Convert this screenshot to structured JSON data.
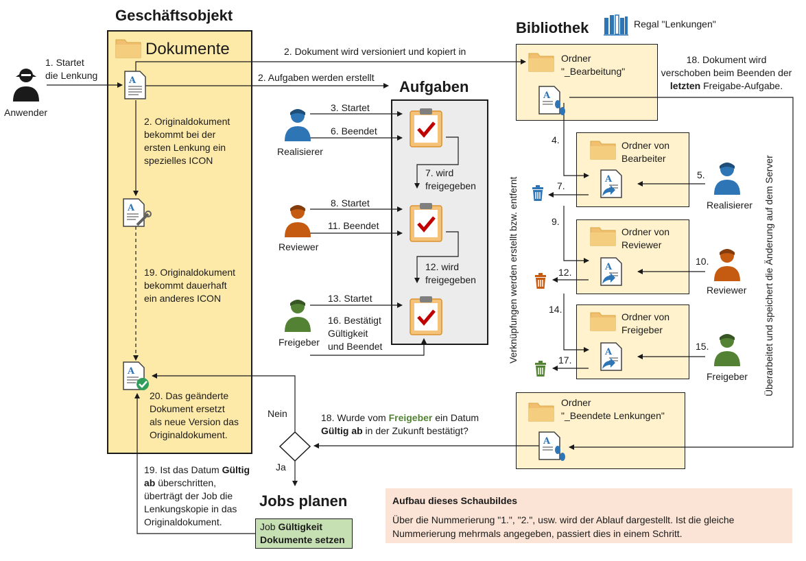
{
  "geschaeftsobjekt": {
    "title": "Geschäftsobjekt",
    "folder_label": "Dokumente"
  },
  "bibliothek": {
    "title": "Bibliothek",
    "shelf_label": "Regal \"Lenkungen\""
  },
  "aufgaben": {
    "title": "Aufgaben"
  },
  "jobs": {
    "title": "Jobs planen",
    "box_prefix": "Job ",
    "box_bold1": "Gültigkeit",
    "box_bold2": "Dokumente setzen"
  },
  "actors": {
    "anwender": "Anwender",
    "realisierer": "Realisierer",
    "reviewer": "Reviewer",
    "freigeber": "Freigeber"
  },
  "folders": {
    "bearbeitung_l1": "Ordner",
    "bearbeitung_l2": "\"_Bearbeitung\"",
    "bearbeiter_l1": "Ordner von",
    "bearbeiter_l2": "Bearbeiter",
    "reviewer_l1": "Ordner von",
    "reviewer_l2": "Reviewer",
    "freigeber_l1": "Ordner von",
    "freigeber_l2": "Freigeber",
    "beendet_l1": "Ordner",
    "beendet_l2": "\"_Beendete Lenkungen\""
  },
  "steps": {
    "s1_l1": "1. Startet",
    "s1_l2": "die Lenkung",
    "s2a": "2. Dokument wird versioniert und kopiert in",
    "s2b": "2. Aufgaben werden erstellt",
    "s2c_l1": "2. Originaldokument",
    "s2c_l2": "bekommt bei der",
    "s2c_l3": "ersten Lenkung ein",
    "s2c_l4": "spezielles ICON",
    "s3": "3. Startet",
    "s4": "4.",
    "s5": "5.",
    "s6": "6. Beendet",
    "s7a": "7.",
    "s7b_l1": "7. wird",
    "s7b_l2": "freigegeben",
    "s8": "8. Startet",
    "s9": "9.",
    "s10": "10.",
    "s11": "11. Beendet",
    "s12a": "12.",
    "s12b_l1": "12. wird",
    "s12b_l2": "freigegeben",
    "s13": "13. Startet",
    "s14": "14.",
    "s15": "15.",
    "s16_l1": "16. Bestätigt",
    "s16_l2": "Gültigkeit",
    "s16_l3": "und Beendet",
    "s17": "17.",
    "s18a_l1": "18. Dokument wird",
    "s18a_l2": "verschoben beim Beenden der",
    "s18a_bold": "letzten",
    "s18a_l3rest": " Freigabe-Aufgabe.",
    "s18b_pre": "18. Wurde vom ",
    "s18b_bold1": "Freigeber",
    "s18b_mid": " ein Datum",
    "s18b_bold2": "Gültig ab",
    "s18b_rest": " in der Zukunft bestätigt?",
    "s19a_l1": "19. Originaldokument",
    "s19a_l2": "bekommt dauerhaft",
    "s19a_l3": "ein anderes ICON",
    "s19b_pre": "19. Ist das Datum ",
    "s19b_bold1": "Gültig",
    "s19b_bold2": "ab",
    "s19b_l2rest": " überschritten,",
    "s19b_l3": "überträgt der Job die",
    "s19b_l4": "Lenkungskopie in das",
    "s19b_l5": "Originaldokument.",
    "s20_l1": "20. Das geänderte",
    "s20_l2": "Dokument ersetzt",
    "s20_l3": "als neue Version das",
    "s20_l4": "Originaldokument.",
    "nein": "Nein",
    "ja": "Ja",
    "vertical_left": "Verknüpfungen werden erstellt bzw. entfernt",
    "vertical_right": "Überarbeitet und speichert die Änderung auf dem Server"
  },
  "legend": {
    "title": "Aufbau dieses Schaubildes",
    "text_l1": "Über die Nummerierung \"1.\", \"2.\", usw. wird der Ablauf dargestellt. Ist die gleiche",
    "text_l2": "Nummerierung mehrmals angegeben, passiert dies in einem Schritt."
  },
  "colors": {
    "blue": "#2e75b6",
    "orange": "#c55a11",
    "green": "#548235",
    "yellow_box": "#fde9a8",
    "folder": "#f0c070",
    "legend_bg": "#fbe4d5",
    "job_box": "#c6e0b4"
  }
}
